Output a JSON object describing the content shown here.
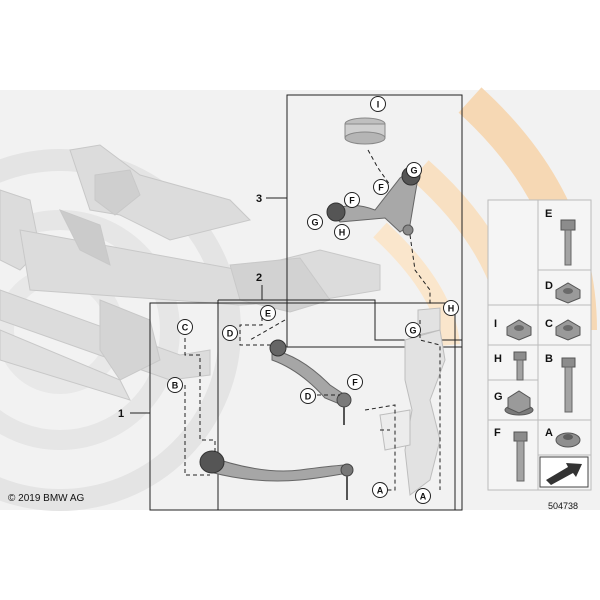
{
  "diagram": {
    "callouts": {
      "c1": "1",
      "c2": "2",
      "c3": "3"
    },
    "labels": {
      "I": "I",
      "G": "G",
      "F": "F",
      "H": "H",
      "C": "C",
      "B": "B",
      "D": "D",
      "E": "E",
      "A": "A"
    },
    "parts_table": [
      "E",
      "D",
      "I",
      "C",
      "H",
      "B",
      "G",
      "F",
      "A"
    ]
  },
  "footer": {
    "copyright": "© 2019 BMW AG",
    "part_number": "504738"
  },
  "colors": {
    "frame_gray": "#d6d6d6",
    "background_gray": "#ececec",
    "watermark_orange": "#f6d8b4",
    "line": "#222222",
    "part_gray": "#9a9a9a"
  }
}
